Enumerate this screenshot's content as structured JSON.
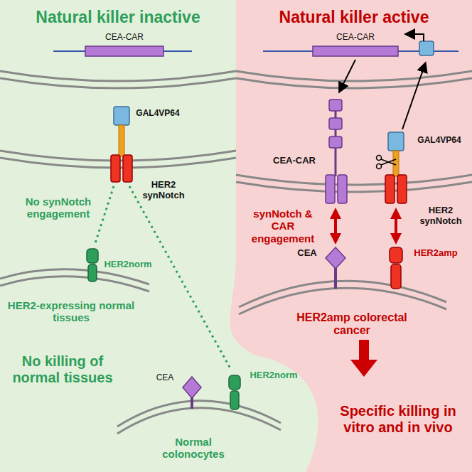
{
  "diagram": {
    "nodes": [
      {
        "text": [
          "Natural killer inactive"
        ]
      },
      {
        "text": [
          "Natural killer active"
        ]
      }
    ],
    "labels": [
      "CEA-CAR",
      "GAL4VP64",
      "HER2 synNotch",
      "No synNotch engagement",
      "HER2norm",
      "HER2-expressing normal tissues",
      "No killing of normal tissues",
      "CEA",
      "HER2norm",
      "Normal colonocytes",
      "CEA-CAR",
      "GAL4VP64",
      "CEA-CAR",
      "HER2 synNotch",
      "synNotch & CAR engagement",
      "CEA",
      "HER2amp",
      "HER2amp colorectal cancer",
      "Specific killing in vitro and in vivo"
    ]
  }
}
